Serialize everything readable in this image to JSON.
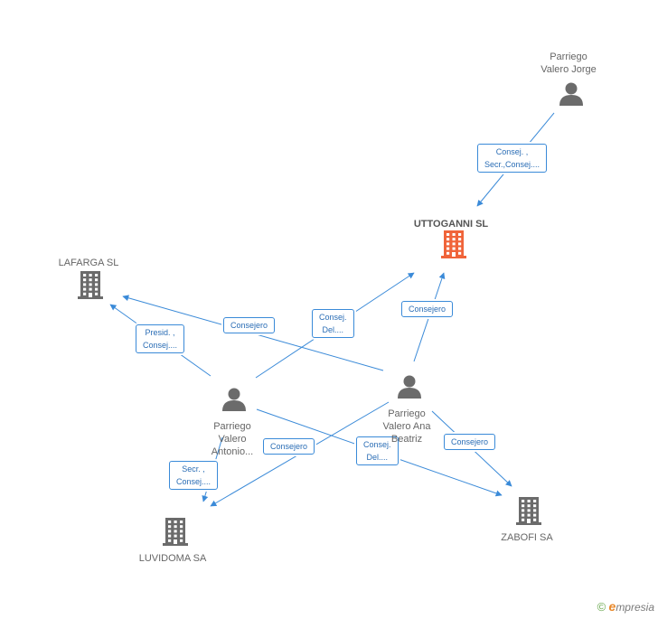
{
  "nodes": [
    {
      "id": "jorge",
      "type": "person",
      "label_lines": [
        "Parriego",
        "Valero Jorge"
      ],
      "highlight": false
    },
    {
      "id": "uttoganni",
      "type": "company",
      "label_lines": [
        "UTTOGANNI SL"
      ],
      "highlight": true
    },
    {
      "id": "lafarga",
      "type": "company",
      "label_lines": [
        "LAFARGA  SL"
      ],
      "highlight": false
    },
    {
      "id": "antonio",
      "type": "person",
      "label_lines": [
        "Parriego",
        "Valero",
        "Antonio..."
      ],
      "highlight": false
    },
    {
      "id": "ana",
      "type": "person",
      "label_lines": [
        "Parriego",
        "Valero Ana",
        "Beatriz"
      ],
      "highlight": false
    },
    {
      "id": "luvidoma",
      "type": "company",
      "label_lines": [
        "LUVIDOMA SA"
      ],
      "highlight": false
    },
    {
      "id": "zabofi",
      "type": "company",
      "label_lines": [
        "ZABOFI SA"
      ],
      "highlight": false
    }
  ],
  "edges": [
    {
      "from": "jorge",
      "to": "uttoganni",
      "label_lines": [
        "Consej. ,",
        "Secr.,Consej...."
      ]
    },
    {
      "from": "ana",
      "to": "uttoganni",
      "label_lines": [
        "Consejero"
      ]
    },
    {
      "from": "antonio",
      "to": "uttoganni",
      "label_lines": [
        "Consej.",
        "Del...."
      ]
    },
    {
      "from": "ana",
      "to": "lafarga",
      "label_lines": [
        "Consejero"
      ]
    },
    {
      "from": "antonio",
      "to": "lafarga",
      "label_lines": [
        "Presid. ,",
        "Consej...."
      ]
    },
    {
      "from": "antonio",
      "to": "luvidoma",
      "label_lines": [
        "Secr. ,",
        "Consej...."
      ]
    },
    {
      "from": "ana",
      "to": "luvidoma",
      "label_lines": [
        "Consejero"
      ]
    },
    {
      "from": "antonio",
      "to": "zabofi",
      "label_lines": [
        "Consej.",
        "Del...."
      ]
    },
    {
      "from": "ana",
      "to": "zabofi",
      "label_lines": [
        "Consejero"
      ]
    }
  ],
  "colors": {
    "edge": "#3a8ad8",
    "node_icon": "#6b6b6b",
    "highlight_icon": "#f0643a"
  },
  "footer": {
    "copyright": "©",
    "brand_initial": "e",
    "brand_rest": "mpresia"
  }
}
